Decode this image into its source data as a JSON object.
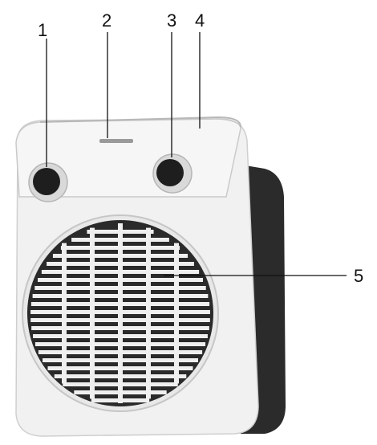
{
  "callouts": [
    {
      "number": "1"
    },
    {
      "number": "2"
    },
    {
      "number": "3"
    },
    {
      "number": "4"
    },
    {
      "number": "5"
    }
  ],
  "colors": {
    "body": "#f1f1f1",
    "body_edge": "#cfcfcf",
    "back_housing": "#2b2b2b",
    "grille_dark": "#2a2a2a",
    "knob": "#1e1e1e",
    "knob_ring": "#d9d9d9",
    "top_panel": "#f7f7f7"
  },
  "icons": {
    "knob_left": "knob-icon",
    "knob_right": "knob-icon"
  }
}
